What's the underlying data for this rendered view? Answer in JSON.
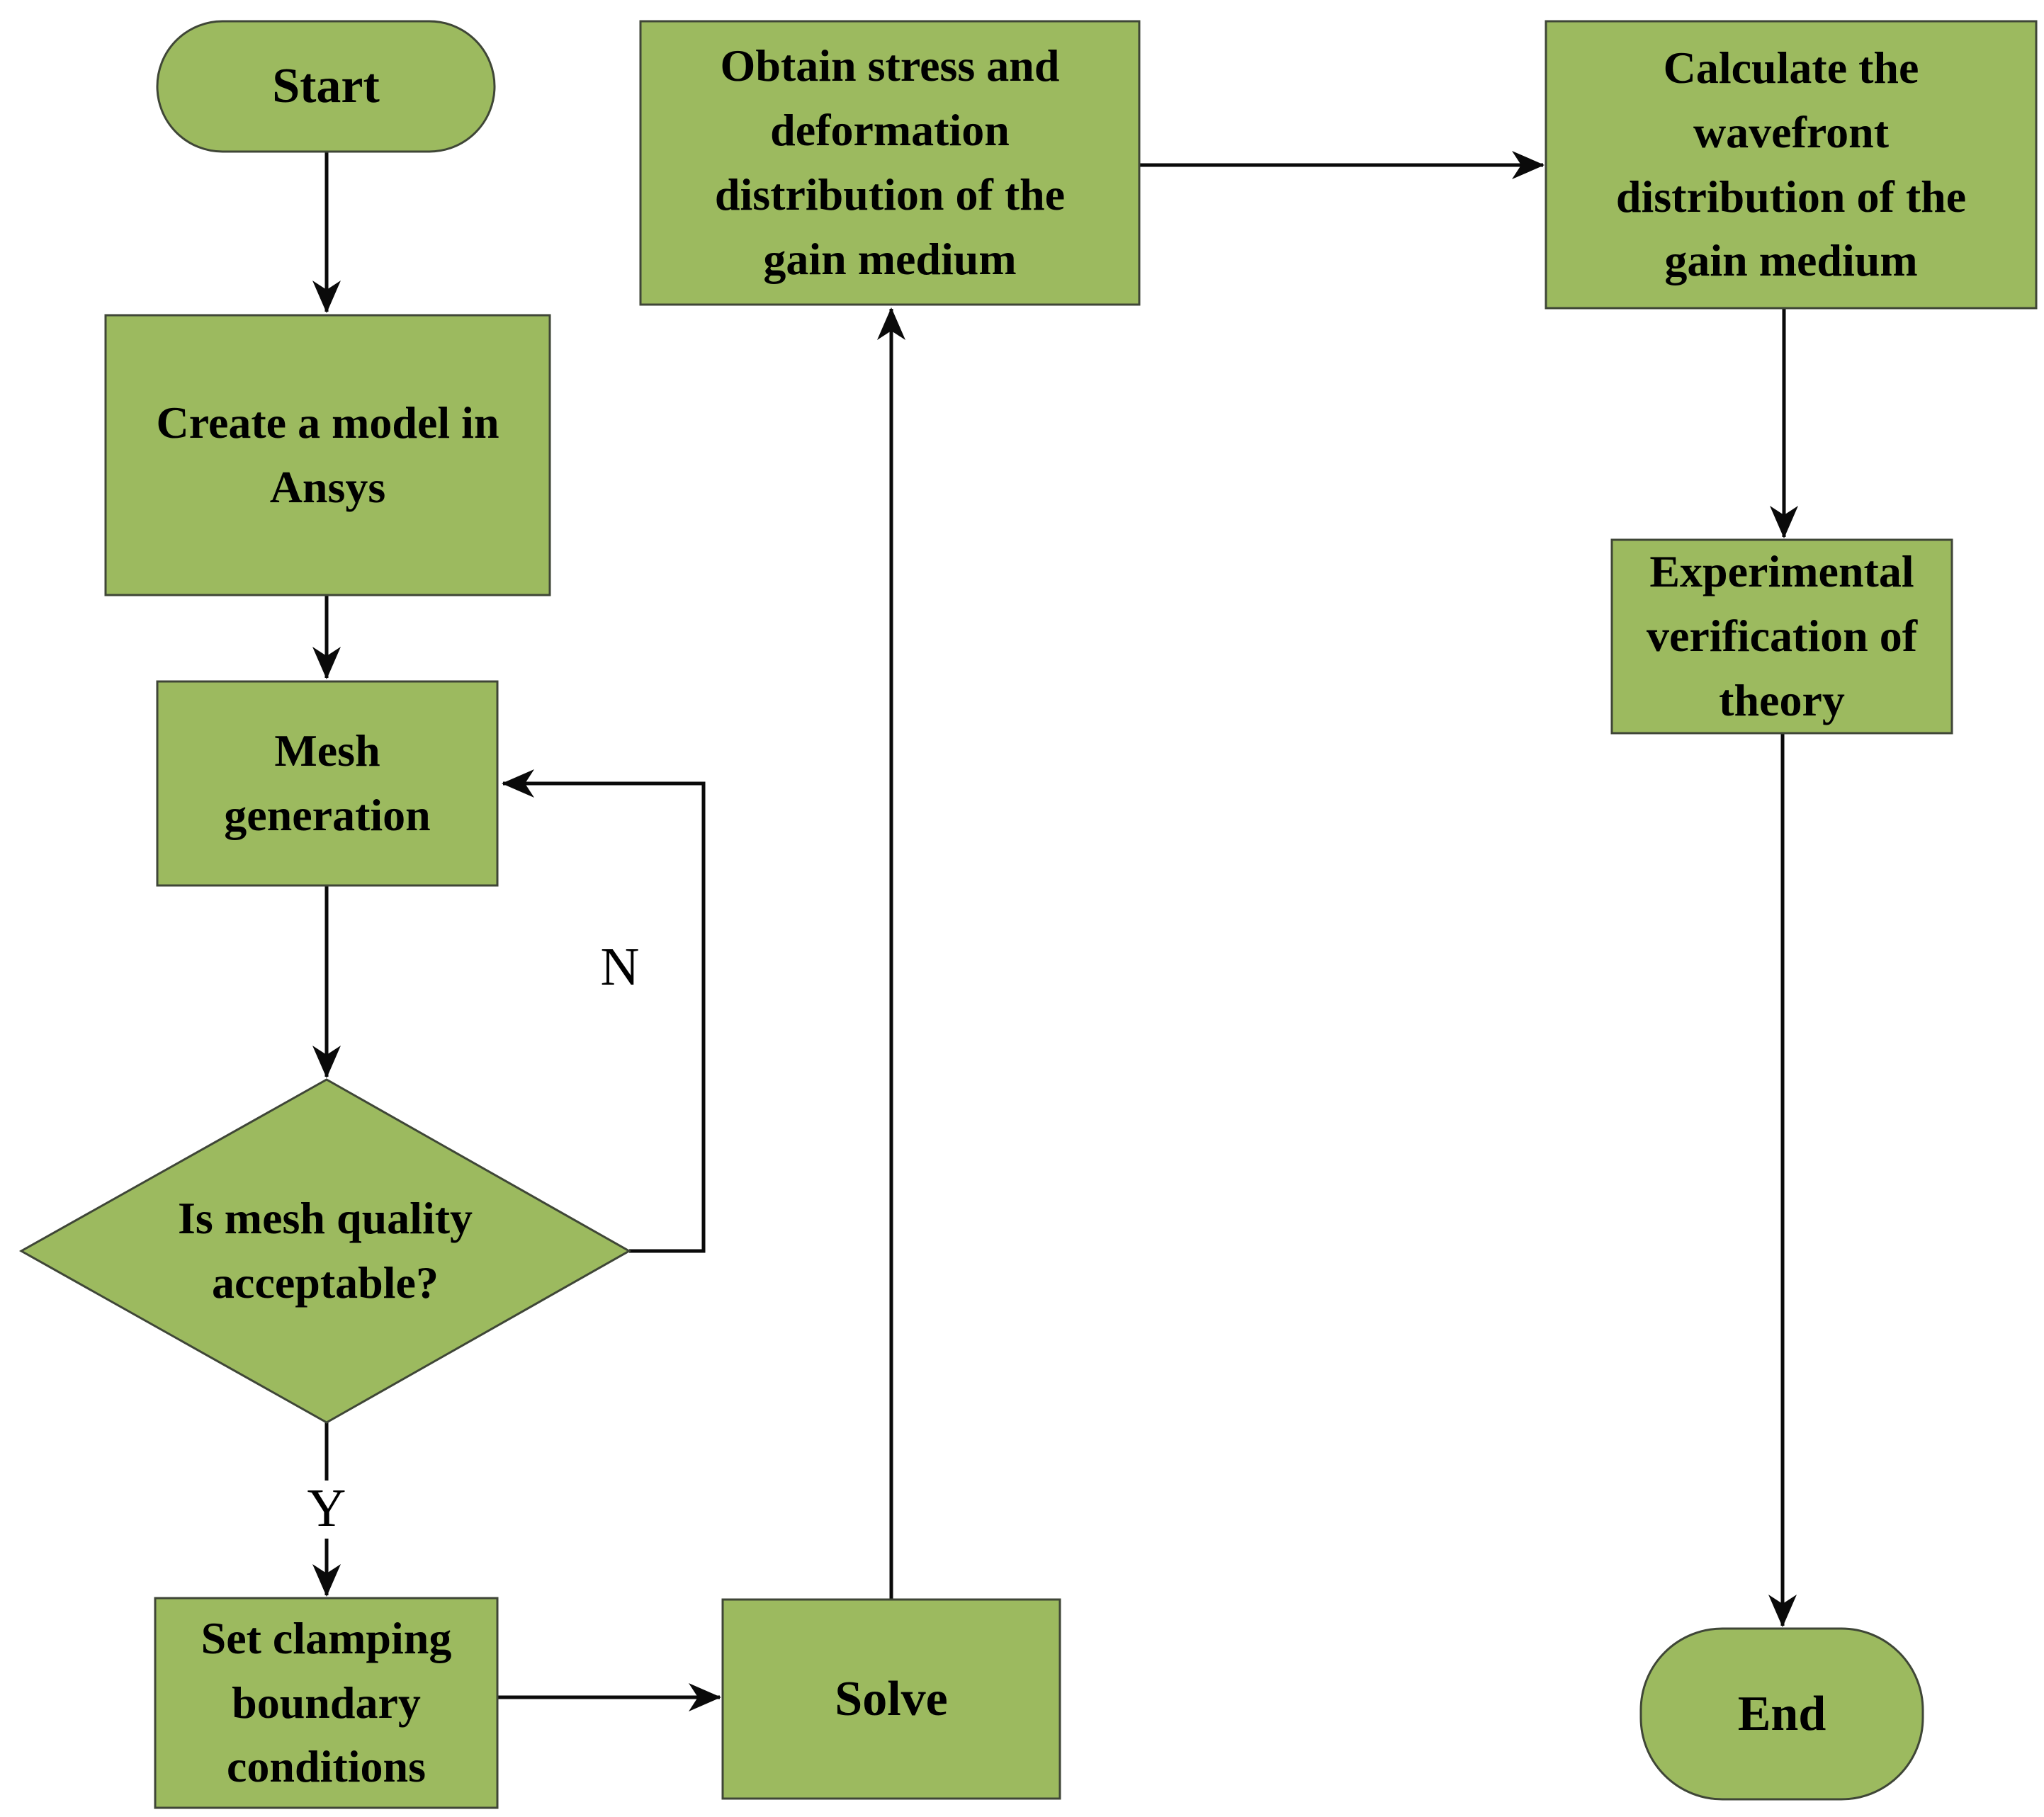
{
  "colors": {
    "node_fill": "#9cba5f",
    "node_border": "#3f4637",
    "arrow": "#0a0a0a",
    "background": "#ffffff",
    "text": "#000000"
  },
  "nodes": {
    "start": {
      "label": "Start",
      "shape": "stadium"
    },
    "create_model": {
      "label": "Create a model in\nAnsys",
      "shape": "process"
    },
    "mesh_generation": {
      "label": "Mesh\ngeneration",
      "shape": "process"
    },
    "mesh_quality_check": {
      "label": "Is mesh quality\nacceptable?",
      "shape": "decision"
    },
    "set_clamping": {
      "label": "Set clamping\nboundary\nconditions",
      "shape": "process"
    },
    "solve": {
      "label": "Solve",
      "shape": "process"
    },
    "obtain_stress": {
      "label": "Obtain stress and\ndeformation\ndistribution of the\ngain medium",
      "shape": "process"
    },
    "calculate_wavefront": {
      "label": "Calculate the\nwavefront\ndistribution of the\ngain medium",
      "shape": "process"
    },
    "experimental_verification": {
      "label": "Experimental\nverification of\ntheory",
      "shape": "process"
    },
    "end": {
      "label": "End",
      "shape": "stadium"
    }
  },
  "edge_labels": {
    "no": "N",
    "yes": "Y"
  }
}
